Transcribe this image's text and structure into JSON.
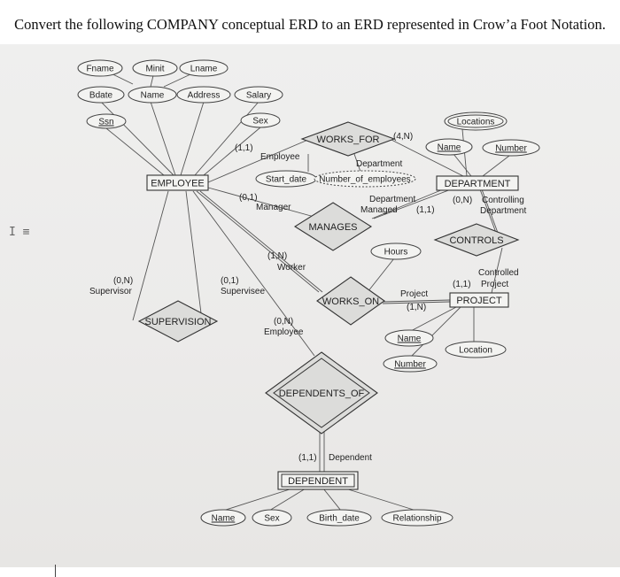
{
  "question": "Convert the following COMPANY conceptual ERD to an ERD represented in Crow’a Foot Notation.",
  "entities": {
    "employee": "EMPLOYEE",
    "department": "DEPARTMENT",
    "project": "PROJECT",
    "dependent": "DEPENDENT"
  },
  "relationships": {
    "works_for": "WORKS_FOR",
    "manages": "MANAGES",
    "works_on": "WORKS_ON",
    "controls": "CONTROLS",
    "supervision": "SUPERVISION",
    "dependents_of": "DEPENDENTS_OF"
  },
  "attributes": {
    "fname": "Fname",
    "minit": "Minit",
    "lname": "Lname",
    "bdate": "Bdate",
    "name_emp": "Name",
    "address": "Address",
    "salary": "Salary",
    "ssn": "Ssn",
    "sex_emp": "Sex",
    "locations": "Locations",
    "dept_name": "Name",
    "dept_number": "Number",
    "start_date": "Start_date",
    "num_employees": "Number_of_employees",
    "hours": "Hours",
    "proj_name": "Name",
    "proj_number": "Number",
    "location": "Location",
    "dep_name": "Name",
    "dep_sex": "Sex",
    "birth_date": "Birth_date",
    "relationship": "Relationship"
  },
  "labels": {
    "wf_emp_card": "(1,1)",
    "wf_emp_role": "Employee",
    "wf_dept_card": "(4,N)",
    "wf_dept_role": "Department",
    "mg_emp_card": "(0,1)",
    "mg_emp_role": "Manager",
    "mg_dept_role1": "Department",
    "mg_dept_role2": "Managed",
    "mg_dept_card": "(1,1)",
    "ctrl_dept_card": "(0,N)",
    "ctrl_dept_role1": "Controlling",
    "ctrl_dept_role2": "Department",
    "ctrl_proj_role1": "Controlled",
    "ctrl_proj_card": "(1,1)",
    "ctrl_proj_role2": "Project",
    "won_emp_card": "(1,N)",
    "won_emp_role": "Worker",
    "won_proj_role": "Project",
    "won_proj_card": "(1,N)",
    "sup_card": "(0,N)",
    "sup_role": "Supervisor",
    "supee_card": "(0,1)",
    "supee_role": "Supervisee",
    "dep_emp_card": "(0,N)",
    "dep_emp_role": "Employee",
    "dep_dep_card": "(1,1)",
    "dep_dep_role": "Dependent"
  },
  "cursor_glyph": "I ≡"
}
